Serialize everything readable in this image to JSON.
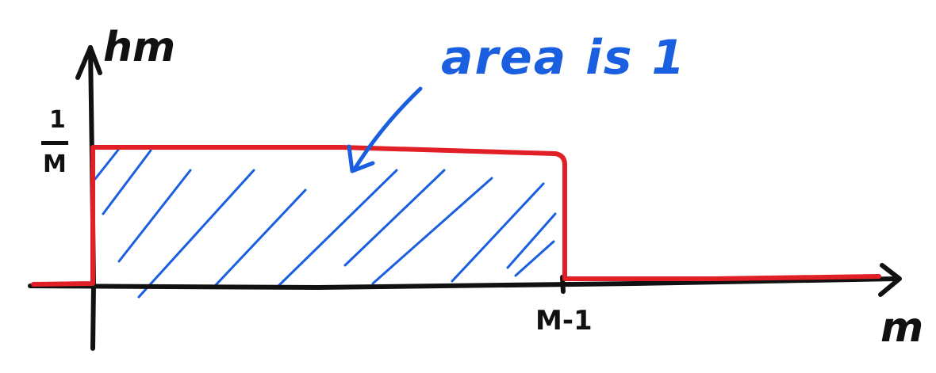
{
  "diagram": {
    "y_axis_label": "hm",
    "x_axis_label": "m",
    "y_tick_numerator": "1",
    "y_tick_denominator": "M",
    "x_tick_label": "M-1",
    "annotation": "area is 1",
    "colors": {
      "axes": "#111111",
      "signal": "#e01f26",
      "hatch": "#1a5fe0",
      "annotation": "#1a5fe0"
    }
  }
}
